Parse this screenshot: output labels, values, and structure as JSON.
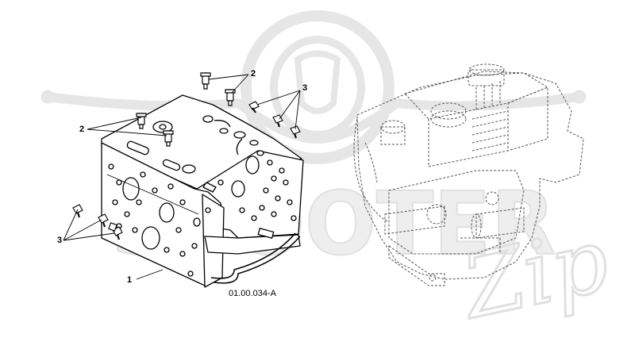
{
  "diagram": {
    "part_code": "01.00.034-A",
    "callouts": [
      "1",
      "2",
      "2",
      "3",
      "3"
    ]
  },
  "watermark": {
    "brand_text": "SCOOTER",
    "script_text": "Zip",
    "color": "#e6e6e6"
  },
  "colors": {
    "line": "#000000",
    "ghost_line": "#555555"
  }
}
